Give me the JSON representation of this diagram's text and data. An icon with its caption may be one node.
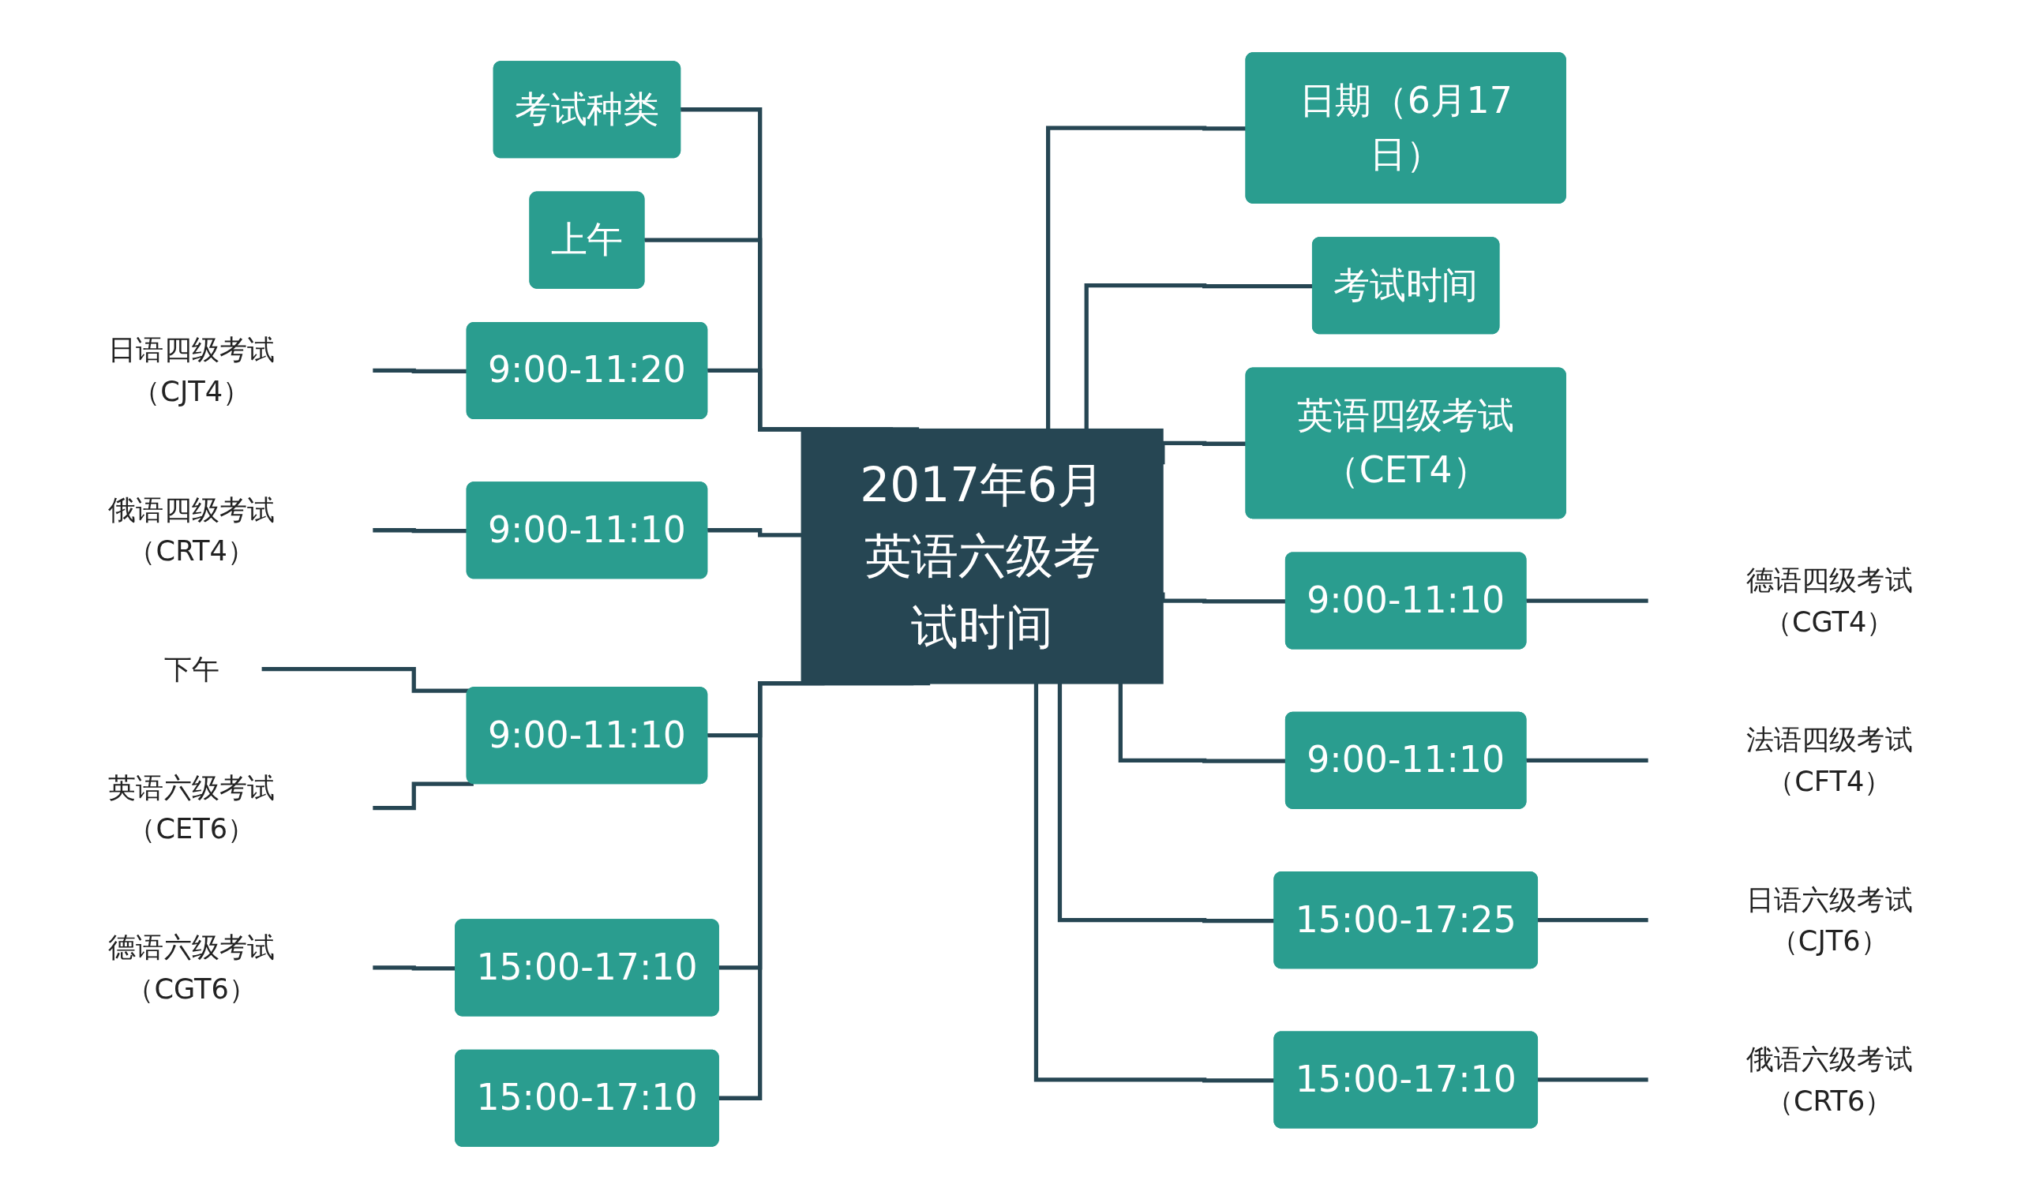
{
  "diagram": {
    "nodes": [
      {
        "text": [
          "2017年6月英语六级考试时间"
        ]
      },
      {
        "text": [
          "考试种类"
        ]
      },
      {
        "text": [
          "上午"
        ]
      },
      {
        "text": [
          "9:00-11:20"
        ]
      },
      {
        "text": [
          "日语四级考试（CJT4）"
        ]
      },
      {
        "text": [
          "9:00-11:10"
        ]
      },
      {
        "text": [
          "俄语四级考试（CRT4）"
        ]
      },
      {
        "text": [
          "下午"
        ]
      },
      {
        "text": [
          "英语六级考试（CET6）"
        ]
      },
      {
        "text": [
          "9:00-11:10"
        ]
      },
      {
        "text": [
          "15:00-17:10"
        ]
      },
      {
        "text": [
          "德语六级考试（CGT6）"
        ]
      },
      {
        "text": [
          "15:00-17:10"
        ]
      },
      {
        "text": [
          "日期（6月17日）"
        ]
      },
      {
        "text": [
          "考试时间"
        ]
      },
      {
        "text": [
          "英语四级考试（CET4）"
        ]
      },
      {
        "text": [
          "9:00-11:10"
        ]
      },
      {
        "text": [
          "德语四级考试（CGT4）"
        ]
      },
      {
        "text": [
          "9:00-11:10"
        ]
      },
      {
        "text": [
          "法语四级考试（CFT4）"
        ]
      },
      {
        "text": [
          "15:00-17:25"
        ]
      },
      {
        "text": [
          "日语六级考试（CJT6）"
        ]
      },
      {
        "text": [
          "15:00-17:10"
        ]
      },
      {
        "text": [
          "俄语六级考试（CRT6）"
        ]
      }
    ],
    "edges": [
      {
        "from": 1,
        "to": 0,
        "arrow": "none"
      },
      {
        "from": 2,
        "to": 0,
        "arrow": "none"
      },
      {
        "from": 4,
        "to": 3,
        "arrow": "none"
      },
      {
        "from": 3,
        "to": 0,
        "arrow": "none"
      },
      {
        "from": 6,
        "to": 5,
        "arrow": "none"
      },
      {
        "from": 5,
        "to": 0,
        "arrow": "none"
      },
      {
        "from": 7,
        "to": 9,
        "arrow": "none"
      },
      {
        "from": 8,
        "to": 9,
        "arrow": "none"
      },
      {
        "from": 9,
        "to": 0,
        "arrow": "none"
      },
      {
        "from": 11,
        "to": 10,
        "arrow": "none"
      },
      {
        "from": 10,
        "to": 0,
        "arrow": "none"
      },
      {
        "from": 12,
        "to": 0,
        "arrow": "none"
      },
      {
        "from": 0,
        "to": 13,
        "arrow": "none"
      },
      {
        "from": 0,
        "to": 14,
        "arrow": "none"
      },
      {
        "from": 0,
        "to": 15,
        "arrow": "none"
      },
      {
        "from": 0,
        "to": 16,
        "arrow": "none"
      },
      {
        "from": 16,
        "to": 17,
        "arrow": "none"
      },
      {
        "from": 0,
        "to": 18,
        "arrow": "none"
      },
      {
        "from": 18,
        "to": 19,
        "arrow": "none"
      },
      {
        "from": 0,
        "to": 20,
        "arrow": "none"
      },
      {
        "from": 20,
        "to": 21,
        "arrow": "none"
      },
      {
        "from": 0,
        "to": 22,
        "arrow": "none"
      },
      {
        "from": 22,
        "to": 23,
        "arrow": "none"
      }
    ]
  }
}
